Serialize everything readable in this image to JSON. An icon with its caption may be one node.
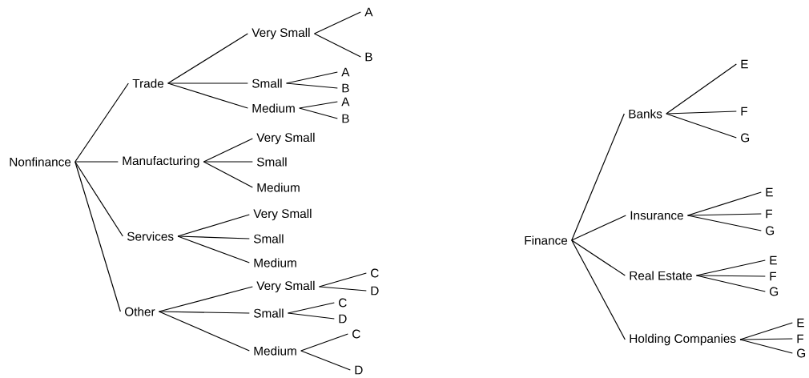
{
  "diagram": {
    "nodes": [
      {
        "text": [
          "Nonfinance"
        ]
      },
      {
        "text": [
          "Trade"
        ]
      },
      {
        "text": [
          "Very Small"
        ]
      },
      {
        "text": [
          "A"
        ]
      },
      {
        "text": [
          "B"
        ]
      },
      {
        "text": [
          "Small"
        ]
      },
      {
        "text": [
          "A"
        ]
      },
      {
        "text": [
          "B"
        ]
      },
      {
        "text": [
          "Medium"
        ]
      },
      {
        "text": [
          "A"
        ]
      },
      {
        "text": [
          "B"
        ]
      },
      {
        "text": [
          "Manufacturing"
        ]
      },
      {
        "text": [
          "Very Small"
        ]
      },
      {
        "text": [
          "Small"
        ]
      },
      {
        "text": [
          "Medium"
        ]
      },
      {
        "text": [
          "Services"
        ]
      },
      {
        "text": [
          "Very Small"
        ]
      },
      {
        "text": [
          "Small"
        ]
      },
      {
        "text": [
          "Medium"
        ]
      },
      {
        "text": [
          "Other"
        ]
      },
      {
        "text": [
          "Very Small"
        ]
      },
      {
        "text": [
          "C"
        ]
      },
      {
        "text": [
          "D"
        ]
      },
      {
        "text": [
          "Small"
        ]
      },
      {
        "text": [
          "C"
        ]
      },
      {
        "text": [
          "D"
        ]
      },
      {
        "text": [
          "Medium"
        ]
      },
      {
        "text": [
          "C"
        ]
      },
      {
        "text": [
          "D"
        ]
      },
      {
        "text": [
          "Finance"
        ]
      },
      {
        "text": [
          "Banks"
        ]
      },
      {
        "text": [
          "E"
        ]
      },
      {
        "text": [
          "F"
        ]
      },
      {
        "text": [
          "G"
        ]
      },
      {
        "text": [
          "Insurance"
        ]
      },
      {
        "text": [
          "E"
        ]
      },
      {
        "text": [
          "F"
        ]
      },
      {
        "text": [
          "G"
        ]
      },
      {
        "text": [
          "Real Estate"
        ]
      },
      {
        "text": [
          "E"
        ]
      },
      {
        "text": [
          "F"
        ]
      },
      {
        "text": [
          "G"
        ]
      },
      {
        "text": [
          "Holding Companies"
        ]
      },
      {
        "text": [
          "E"
        ]
      },
      {
        "text": [
          "F"
        ]
      },
      {
        "text": [
          "G"
        ]
      }
    ],
    "edges": [
      {
        "from": 0,
        "to": 1,
        "arrow": "none"
      },
      {
        "from": 1,
        "to": 2,
        "arrow": "none"
      },
      {
        "from": 2,
        "to": 3,
        "arrow": "none"
      },
      {
        "from": 2,
        "to": 4,
        "arrow": "none"
      },
      {
        "from": 1,
        "to": 5,
        "arrow": "none"
      },
      {
        "from": 5,
        "to": 6,
        "arrow": "none"
      },
      {
        "from": 5,
        "to": 7,
        "arrow": "none"
      },
      {
        "from": 1,
        "to": 8,
        "arrow": "none"
      },
      {
        "from": 8,
        "to": 9,
        "arrow": "none"
      },
      {
        "from": 8,
        "to": 10,
        "arrow": "none"
      },
      {
        "from": 0,
        "to": 11,
        "arrow": "none"
      },
      {
        "from": 11,
        "to": 12,
        "arrow": "none"
      },
      {
        "from": 11,
        "to": 13,
        "arrow": "none"
      },
      {
        "from": 11,
        "to": 14,
        "arrow": "none"
      },
      {
        "from": 0,
        "to": 15,
        "arrow": "none"
      },
      {
        "from": 15,
        "to": 16,
        "arrow": "none"
      },
      {
        "from": 15,
        "to": 17,
        "arrow": "none"
      },
      {
        "from": 15,
        "to": 18,
        "arrow": "none"
      },
      {
        "from": 0,
        "to": 19,
        "arrow": "none"
      },
      {
        "from": 19,
        "to": 20,
        "arrow": "none"
      },
      {
        "from": 20,
        "to": 21,
        "arrow": "none"
      },
      {
        "from": 20,
        "to": 22,
        "arrow": "none"
      },
      {
        "from": 19,
        "to": 23,
        "arrow": "none"
      },
      {
        "from": 23,
        "to": 24,
        "arrow": "none"
      },
      {
        "from": 23,
        "to": 25,
        "arrow": "none"
      },
      {
        "from": 19,
        "to": 26,
        "arrow": "none"
      },
      {
        "from": 26,
        "to": 27,
        "arrow": "none"
      },
      {
        "from": 26,
        "to": 28,
        "arrow": "none"
      },
      {
        "from": 29,
        "to": 30,
        "arrow": "none"
      },
      {
        "from": 30,
        "to": 31,
        "arrow": "none"
      },
      {
        "from": 30,
        "to": 32,
        "arrow": "none"
      },
      {
        "from": 30,
        "to": 33,
        "arrow": "none"
      },
      {
        "from": 29,
        "to": 34,
        "arrow": "none"
      },
      {
        "from": 34,
        "to": 35,
        "arrow": "none"
      },
      {
        "from": 34,
        "to": 36,
        "arrow": "none"
      },
      {
        "from": 34,
        "to": 37,
        "arrow": "none"
      },
      {
        "from": 29,
        "to": 38,
        "arrow": "none"
      },
      {
        "from": 38,
        "to": 39,
        "arrow": "none"
      },
      {
        "from": 38,
        "to": 40,
        "arrow": "none"
      },
      {
        "from": 38,
        "to": 41,
        "arrow": "none"
      },
      {
        "from": 29,
        "to": 42,
        "arrow": "none"
      },
      {
        "from": 42,
        "to": 43,
        "arrow": "none"
      },
      {
        "from": 42,
        "to": 44,
        "arrow": "none"
      },
      {
        "from": 42,
        "to": 45,
        "arrow": "none"
      }
    ]
  }
}
